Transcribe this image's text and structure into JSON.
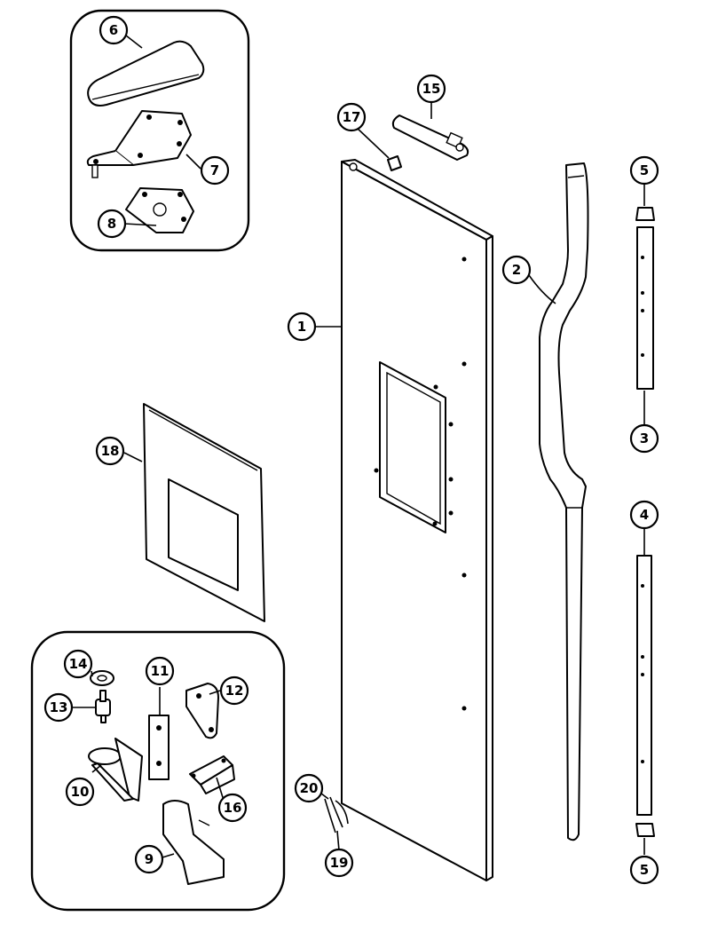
{
  "callouts": [
    {
      "id": "1",
      "label": "1"
    },
    {
      "id": "2",
      "label": "2"
    },
    {
      "id": "3",
      "label": "3"
    },
    {
      "id": "4",
      "label": "4"
    },
    {
      "id": "5a",
      "label": "5"
    },
    {
      "id": "5b",
      "label": "5"
    },
    {
      "id": "6",
      "label": "6"
    },
    {
      "id": "7",
      "label": "7"
    },
    {
      "id": "8",
      "label": "8"
    },
    {
      "id": "9",
      "label": "9"
    },
    {
      "id": "10",
      "label": "10"
    },
    {
      "id": "11",
      "label": "11"
    },
    {
      "id": "12",
      "label": "12"
    },
    {
      "id": "13",
      "label": "13"
    },
    {
      "id": "14",
      "label": "14"
    },
    {
      "id": "15",
      "label": "15"
    },
    {
      "id": "16",
      "label": "16"
    },
    {
      "id": "17",
      "label": "17"
    },
    {
      "id": "18",
      "label": "18"
    },
    {
      "id": "19",
      "label": "19"
    },
    {
      "id": "20",
      "label": "20"
    }
  ]
}
